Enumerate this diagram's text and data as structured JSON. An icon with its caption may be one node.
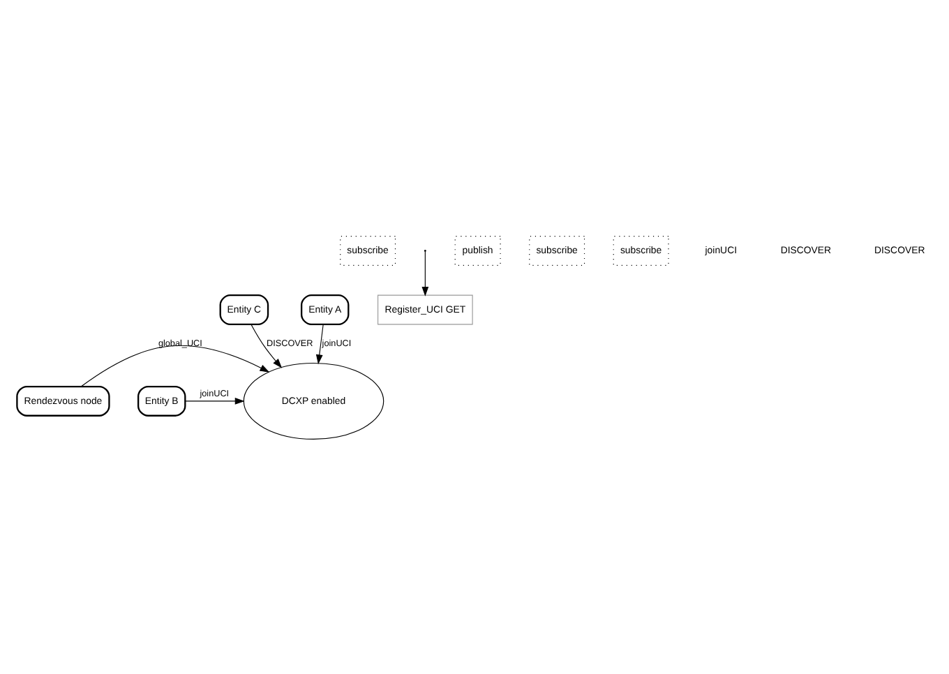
{
  "diagram": {
    "nodes": [
      {
        "text": [
          "subscribe"
        ]
      },
      {
        "text": [
          "Entity C"
        ]
      },
      {
        "text": [
          "Register_UCI GET"
        ]
      },
      {
        "text": [
          "Rendezvous node"
        ]
      },
      {
        "text": [
          "DCXP enabled"
        ]
      },
      {
        "text": [
          "Entity B"
        ]
      },
      {
        "text": [
          "publish"
        ]
      },
      {
        "text": [
          "subscribe"
        ]
      },
      {
        "text": [
          "Entity A"
        ]
      },
      {
        "text": [
          "subscribe"
        ]
      }
    ],
    "edges": [
      {
        "from": 1,
        "to": 4,
        "arrow": "to",
        "label": "DISCOVER"
      },
      {
        "from": null,
        "to": 2,
        "arrow": "to"
      },
      {
        "from": 3,
        "to": 4,
        "arrow": "to",
        "label": "global_UCI"
      },
      {
        "from": 5,
        "to": 4,
        "arrow": "to",
        "label": "joinUCI"
      },
      {
        "from": 8,
        "to": 4,
        "arrow": "to",
        "label": "joinUCI"
      }
    ],
    "labels": [
      "joinUCI",
      "DISCOVER",
      "DISCOVER"
    ]
  }
}
